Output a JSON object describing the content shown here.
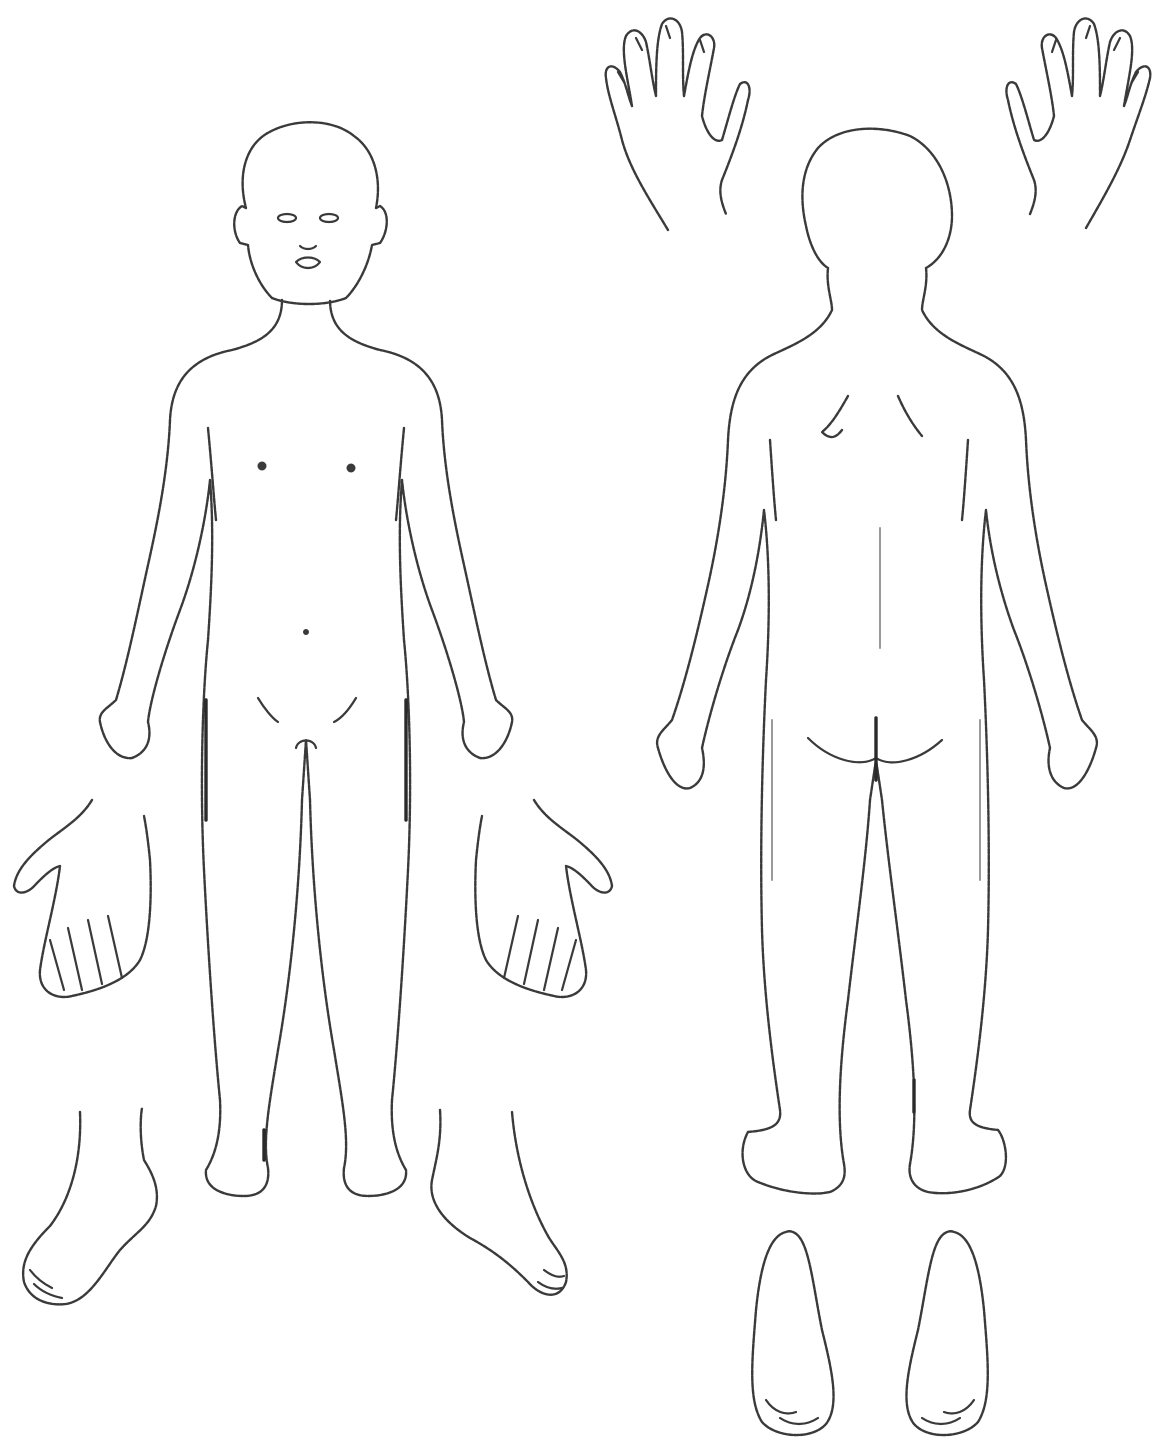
{
  "diagram": {
    "kind": "body-outline-chart",
    "views": [
      "front",
      "back"
    ],
    "line_color": "#3a3a3a",
    "background": "#ffffff"
  }
}
